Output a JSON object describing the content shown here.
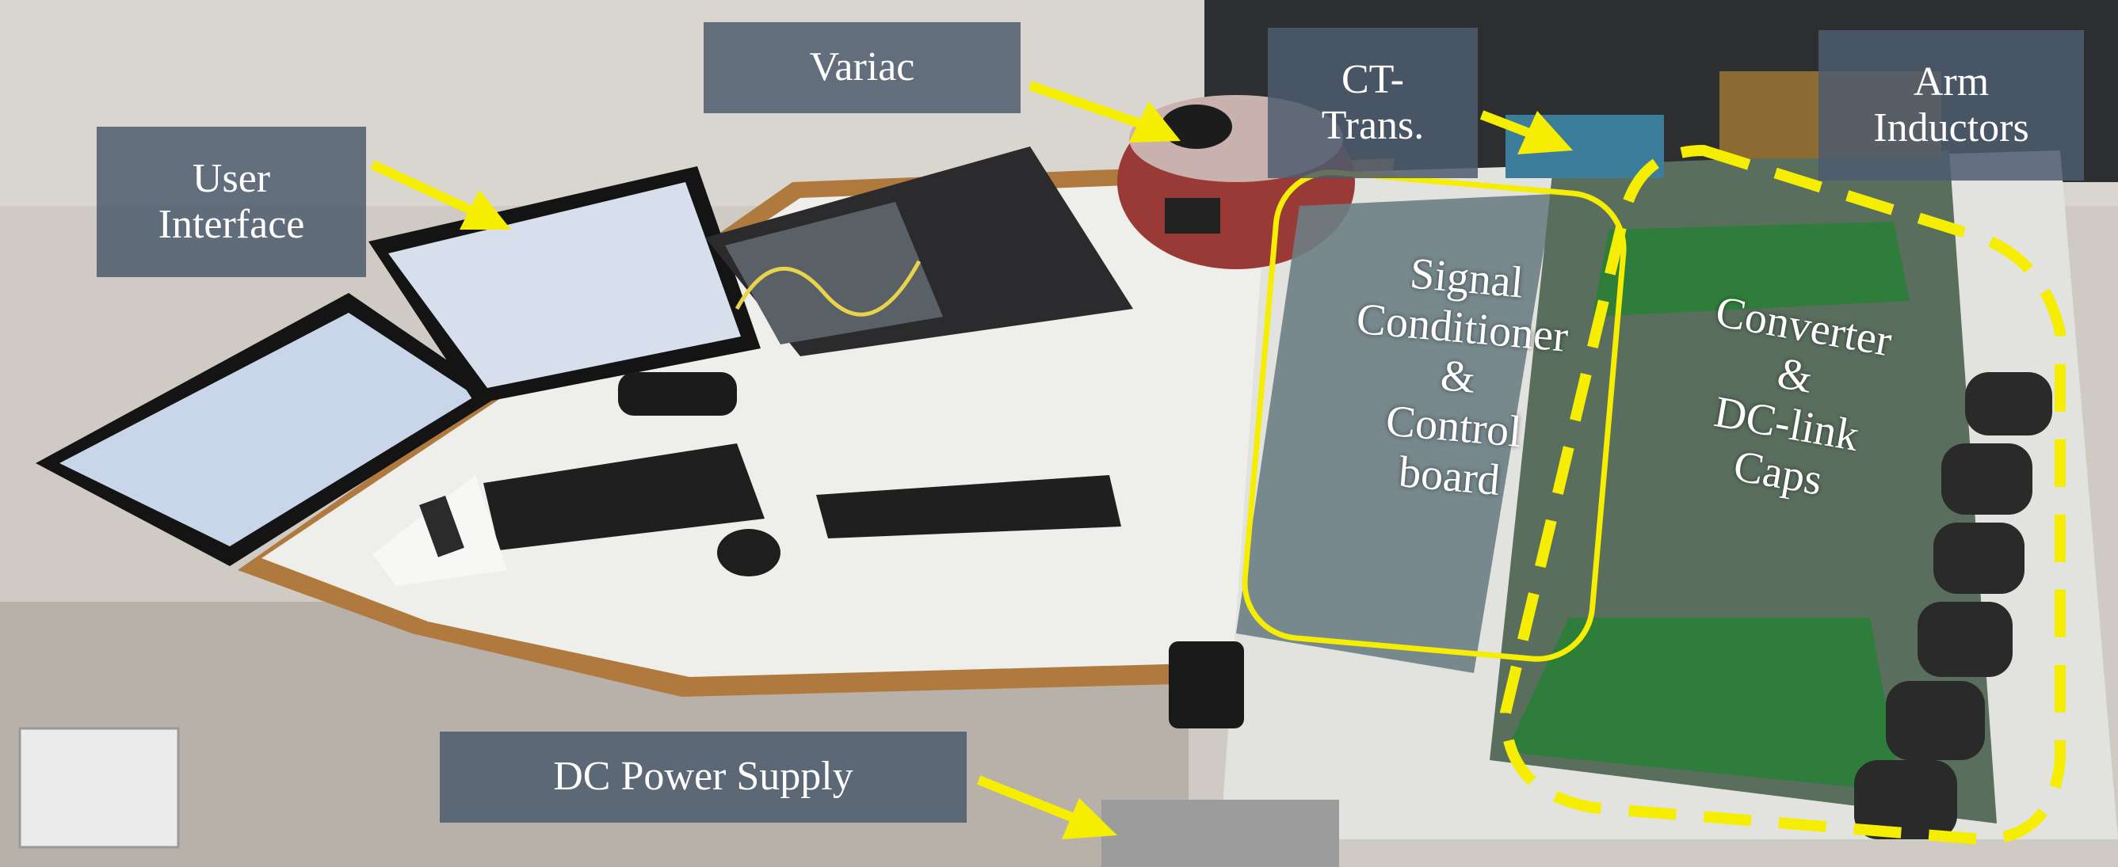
{
  "labels": {
    "user_interface": "User\nInterface",
    "variac": "Variac",
    "ct_trans": "CT-\nTrans.",
    "arm_inductors": "Arm\nInductors",
    "signal_conditioner": "Signal\nConditioner\n&\nControl\nboard",
    "converter": "Converter\n&\nDC-link\nCaps",
    "dc_power_supply": "DC Power Supply"
  },
  "colors": {
    "label_box": "#4e5c6e",
    "label_text": "#ffffff",
    "arrow": "#f5ee00",
    "outline": "#f5ee00"
  }
}
